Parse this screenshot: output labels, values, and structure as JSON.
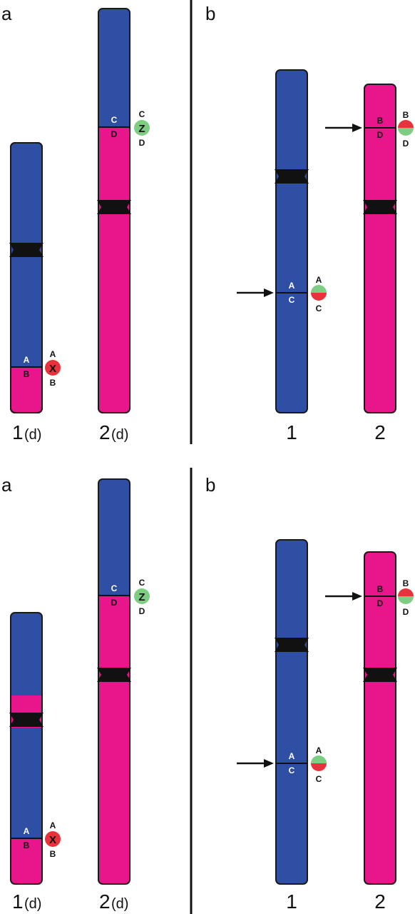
{
  "colors": {
    "blue": "#2e4fa3",
    "magenta": "#e8168a",
    "outline": "#1a1a1a",
    "marker_red": "#e8323c",
    "marker_green": "#7dce82"
  },
  "panels": [
    {
      "left_label": "a",
      "right_label": "b",
      "chrom_labels": {
        "a1": "1",
        "a1_suffix": "(d)",
        "a2": "2",
        "a2_suffix": "(d)",
        "b1": "1",
        "b2": "2"
      },
      "markers": {
        "x": {
          "top": "A",
          "bottom": "B",
          "letter": "X",
          "left_top": "A",
          "left_bottom": "B"
        },
        "z": {
          "top": "C",
          "bottom": "D",
          "letter": "Z",
          "left_top": "C",
          "left_bottom": "D"
        },
        "b1": {
          "top": "A",
          "bottom": "C",
          "left_top": "A",
          "left_bottom": "C"
        },
        "b2": {
          "top": "B",
          "bottom": "D",
          "left_top": "B",
          "left_bottom": "D"
        }
      }
    },
    {
      "left_label": "a",
      "right_label": "b",
      "chrom_labels": {
        "a1": "1",
        "a1_suffix": "(d)",
        "a2": "2",
        "a2_suffix": "(d)",
        "b1": "1",
        "b2": "2"
      },
      "markers": {
        "x": {
          "top": "A",
          "bottom": "B",
          "letter": "X",
          "left_top": "A",
          "left_bottom": "B"
        },
        "z": {
          "top": "C",
          "bottom": "D",
          "letter": "Z",
          "left_top": "C",
          "left_bottom": "D"
        },
        "b1": {
          "top": "A",
          "bottom": "C",
          "left_top": "A",
          "left_bottom": "C"
        },
        "b2": {
          "top": "B",
          "bottom": "D",
          "left_top": "B",
          "left_bottom": "D"
        }
      }
    }
  ]
}
